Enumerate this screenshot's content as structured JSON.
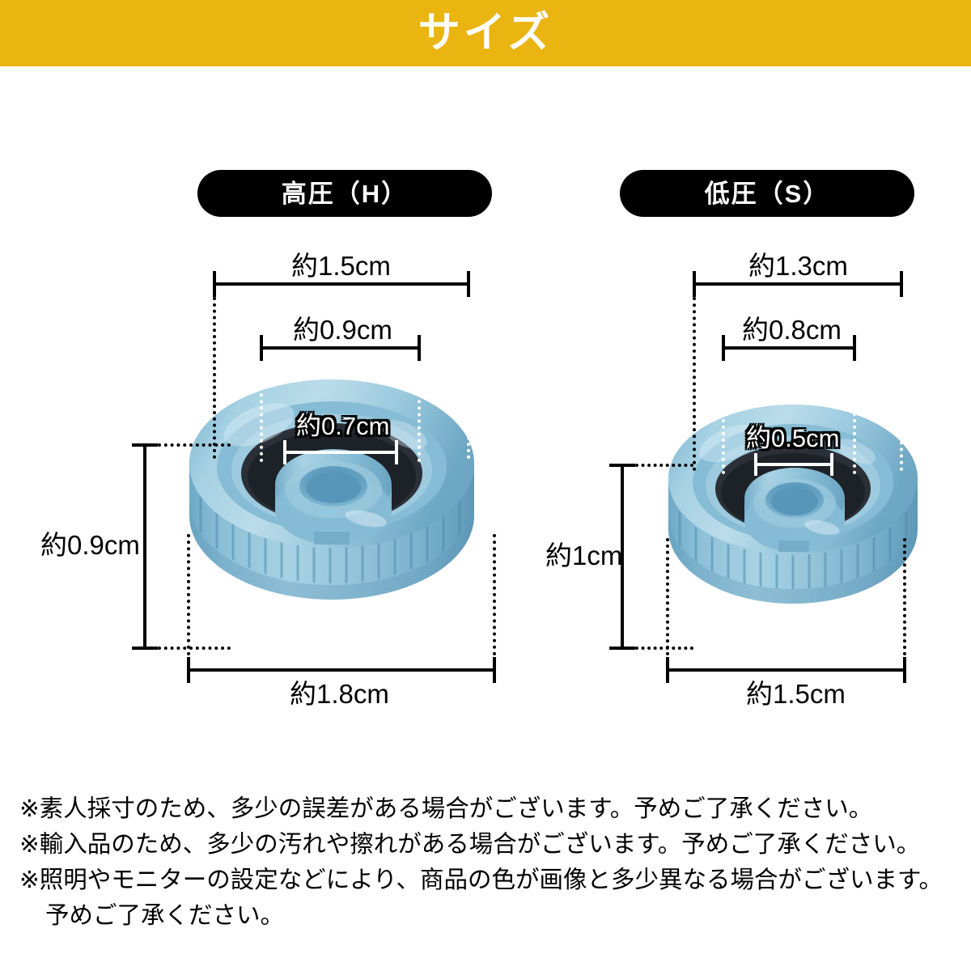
{
  "banner": {
    "title": "サイズ",
    "bg_color": "#eab510",
    "text_color": "#ffffff"
  },
  "products": [
    {
      "badge": "高圧（H）",
      "badge_bg": "#000000",
      "dimensions": {
        "top_outer": "約1.5cm",
        "top_mid": "約0.9cm",
        "inner_bore": "約0.7cm",
        "height": "約0.9cm",
        "bottom_width": "約1.8cm"
      }
    },
    {
      "badge": "低圧（S）",
      "badge_bg": "#000000",
      "dimensions": {
        "top_outer": "約1.3cm",
        "top_mid": "約0.8cm",
        "inner_bore": "約0.5cm",
        "height": "約1cm",
        "bottom_width": "約1.5cm"
      }
    }
  ],
  "notes": [
    "※素人採寸のため、多少の誤差がある場合がございます。予めご了承ください。",
    "※輸入品のため、多少の汚れや擦れがある場合がございます。予めご了承ください。",
    "※照明やモニターの設定などにより、商品の色が画像と多少異なる場合がございます。",
    "予めご了承ください。"
  ]
}
